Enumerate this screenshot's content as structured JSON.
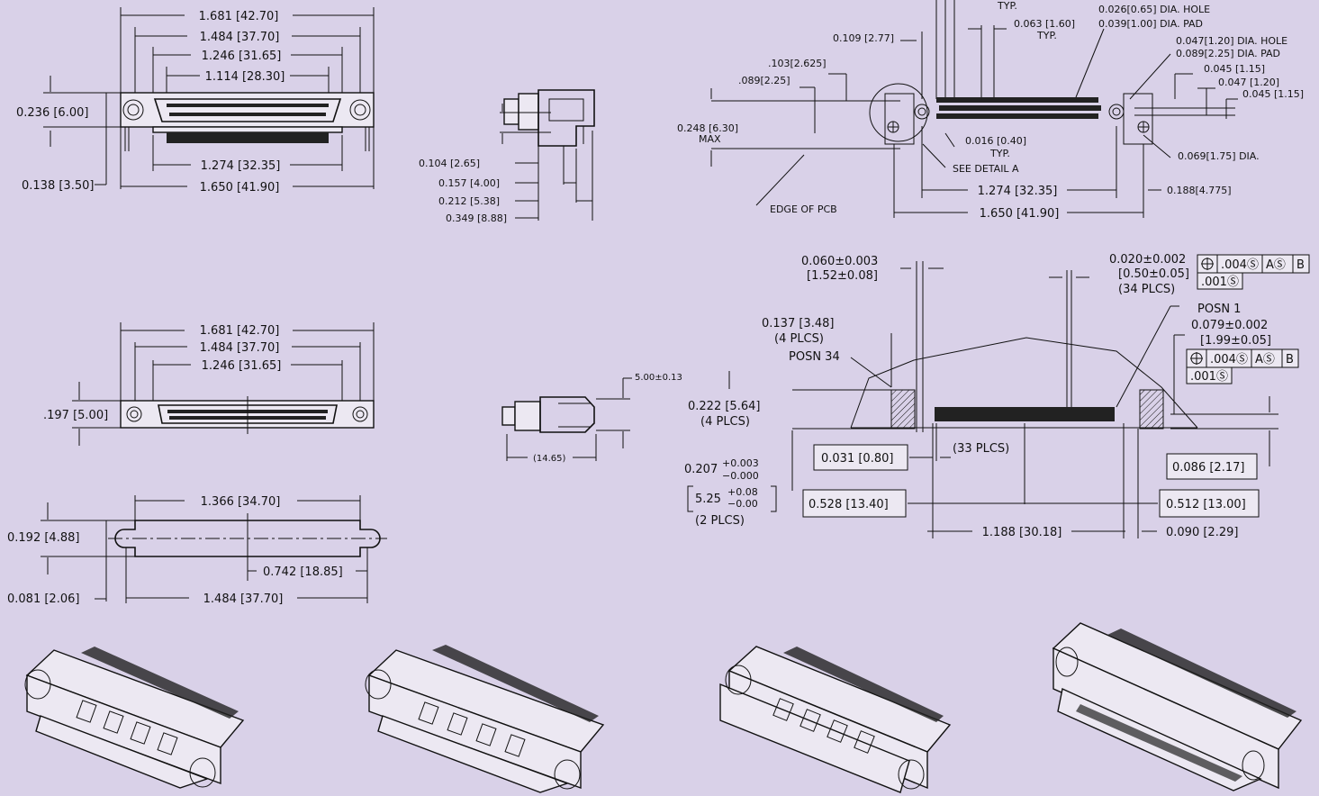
{
  "colors": {
    "background": "#d9d1e8",
    "ink": "#111111"
  },
  "top_view": {
    "dims": [
      "1.681 [42.70]",
      "1.484 [37.70]",
      "1.246 [31.65]",
      "1.114 [28.30]",
      "1.274 [32.35]",
      "1.650 [41.90]"
    ],
    "height": "0.236 [6.00]",
    "pin": "0.138 [3.50]"
  },
  "side_view": {
    "dims": [
      "0.104 [2.65]",
      "0.157 [4.00]",
      "0.212 [5.38]",
      "0.349 [8.88]"
    ]
  },
  "pcb_layout": {
    "typ_top": "TYP.",
    "pitch": "0.063 [1.60]",
    "pitch_typ": "TYP.",
    "hole": "0.026[0.65] DIA. HOLE",
    "pad": "0.039[1.00] DIA. PAD",
    "mhole": "0.047[1.20] DIA. HOLE",
    "mpad": "0.089[2.25] DIA. PAD",
    "d045a": "0.045 [1.15]",
    "d047": "0.047 [1.20]",
    "d045b": "0.045 [1.15]",
    "d109": "0.109 [2.77]",
    "d103": ".103[2.625]",
    "d089": ".089[2.25]",
    "d248": "0.248 [6.30]",
    "max": "MAX",
    "d016": "0.016 [0.40]",
    "d016_typ": "TYP.",
    "detail": "SEE DETAIL A",
    "d069": "0.069[1.75] DIA.",
    "edge": "EDGE OF PCB",
    "d1274": "1.274 [32.35]",
    "d188": "0.188[4.775]",
    "d1650": "1.650 [41.90]"
  },
  "front_view": {
    "dims": [
      "1.681 [42.70]",
      "1.484 [37.70]",
      "1.246 [31.65]"
    ],
    "height": ".197 [5.00]"
  },
  "end_view": {
    "height": "5.00±0.13",
    "width": "(14.65)"
  },
  "bottom_view": {
    "length": "1.366 [34.70]",
    "height": "0.192 [4.88]",
    "half": "0.742 [18.85]",
    "small": "0.081 [2.06]",
    "overall": "1.484 [37.70]"
  },
  "detail_a": {
    "tol1": "0.060±0.003",
    "tol1m": "[1.52±0.08]",
    "tol2": "0.020±0.002",
    "tol2m": "[0.50±0.05]",
    "tol2p": "(34 PLCS)",
    "fcf1a": ".004Ⓢ",
    "fcf1b": "AⓈ",
    "fcf1c": "B",
    "fcf1d": ".001Ⓢ",
    "d137": "0.137 [3.48]",
    "d137p": "(4 PLCS)",
    "posn34": "POSN 34",
    "posn1": "POSN 1",
    "d079": "0.079±0.002",
    "d079m": "[1.99±0.05]",
    "fcf2a": ".004Ⓢ",
    "fcf2b": "AⓈ",
    "fcf2c": "B",
    "fcf2d": ".001Ⓢ",
    "d222": "0.222 [5.64]",
    "d222p": "(4 PLCS)",
    "d031": "0.031 [0.80]",
    "plcs33": "(33 PLCS)",
    "d086": "0.086 [2.17]",
    "d207": "0.207",
    "d207up": "+0.003",
    "d207dn": "−0.000",
    "d525": "5.25",
    "d525up": "+0.08",
    "d525dn": "−0.00",
    "plcs2": "(2 PLCS)",
    "d528": "0.528 [13.40]",
    "d512": "0.512 [13.00]",
    "d1188": "1.188 [30.18]",
    "d090": "0.090 [2.29]"
  }
}
